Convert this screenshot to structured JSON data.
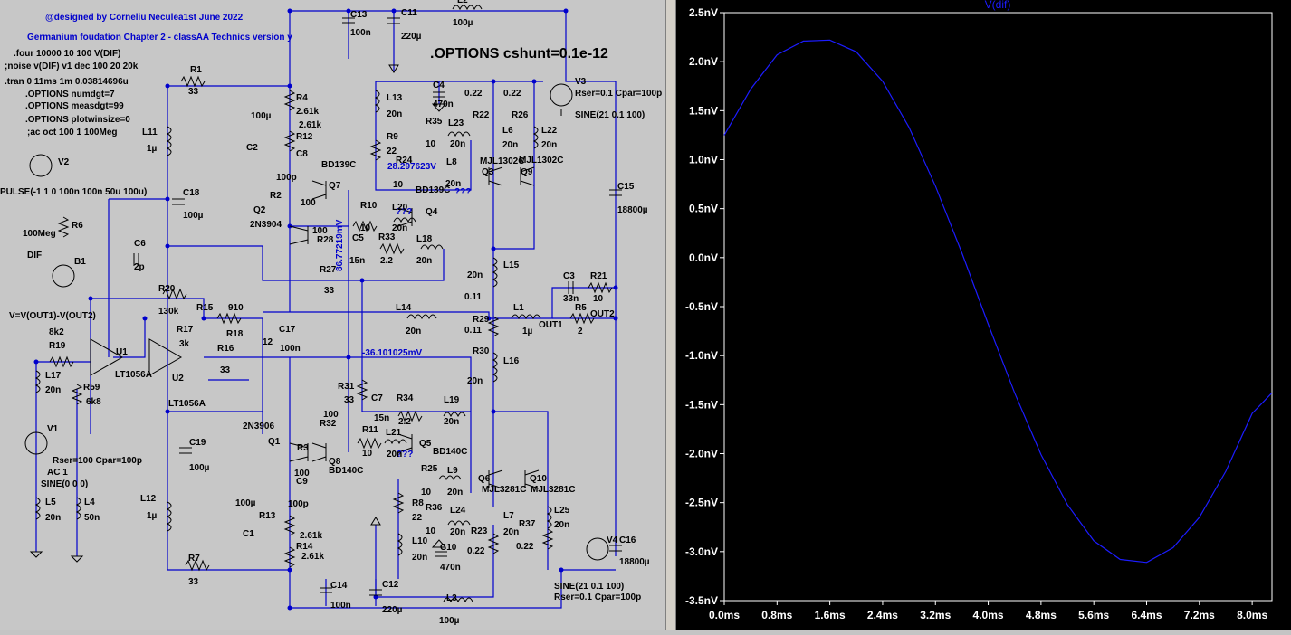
{
  "schematic": {
    "header": {
      "designer": "@designed by Corneliu Neculea1st June 2022",
      "subtitle": "Germanium foudation Chapter 2 - classAA Technics version y"
    },
    "directives": {
      "four": ".four 10000 10 100 V(DIF)",
      "noise": ";noise v(DIF) v1 dec 100 20 20k",
      "tran": ".tran 0 11ms 1m 0.03814696u",
      "numdgt": ".OPTIONS numdgt=7",
      "measdgt": ".OPTIONS measdgt=99",
      "plotwinsize": ".OPTIONS plotwinsize=0",
      "ac": ";ac oct 100 1 100Meg",
      "cshunt": ".OPTIONS cshunt=0.1e-12"
    },
    "sources": {
      "v2_name": "V2",
      "v2_spec": "PULSE(-1 1 0 100n 100n 50u 100u)",
      "v1_name": "V1",
      "v1_rser": "Rser=100 Cpar=100p",
      "v1_ac": "AC 1",
      "v1_sine": "SINE(0 0 0)",
      "v3_name": "V3",
      "v3_rser": "Rser=0.1 Cpar=100p",
      "v3_sine": "SINE(21 0.1 100)",
      "v4_name": "V4",
      "v4_sine": "SINE(21 0.1 100)",
      "v4_rser": "Rser=0.1 Cpar=100p",
      "b1_name": "B1",
      "b1_expr": "V=V(OUT1)-V(OUT2)",
      "dif_label": "DIF"
    },
    "net_labels": {
      "out1": "OUT1",
      "out2": "OUT2"
    },
    "probes": {
      "p1": "28.297623V",
      "p2": "-36.101025mV",
      "p3": "86.77219mV",
      "q1": "???",
      "q2": "???",
      "q3": "???"
    },
    "parts": [
      {
        "ref": "C13",
        "val": "100n"
      },
      {
        "ref": "C11",
        "val": "220µ"
      },
      {
        "ref": "L2",
        "val": "100µ"
      },
      {
        "ref": "R1",
        "val": "33"
      },
      {
        "ref": "R4",
        "val": "2.61k"
      },
      {
        "ref": "R12",
        "val": "2.61k"
      },
      {
        "ref": "C2",
        "val": "100µ"
      },
      {
        "ref": "C8",
        "val": "100p"
      },
      {
        "ref": "R2",
        "val": "100"
      },
      {
        "ref": "Q2",
        "val": "2N3904"
      },
      {
        "ref": "Q7",
        "val": "BD139C"
      },
      {
        "ref": "L11",
        "val": "1µ"
      },
      {
        "ref": "C18",
        "val": "100µ"
      },
      {
        "ref": "R6",
        "val": "100Meg"
      },
      {
        "ref": "C6",
        "val": "2p"
      },
      {
        "ref": "R20",
        "val": "130k"
      },
      {
        "ref": "R15",
        "val": "910"
      },
      {
        "ref": "R17",
        "val": "3k"
      },
      {
        "ref": "R18",
        "val": "12"
      },
      {
        "ref": "R16",
        "val": "33"
      },
      {
        "ref": "C17",
        "val": "100n"
      },
      {
        "ref": "R19",
        "val": "8k2"
      },
      {
        "ref": "L17",
        "val": "20n"
      },
      {
        "ref": "R59",
        "val": "6k8"
      },
      {
        "ref": "U1",
        "val": "LT1056A"
      },
      {
        "ref": "U2",
        "val": "LT1056A"
      },
      {
        "ref": "L5",
        "val": "20n"
      },
      {
        "ref": "L4",
        "val": "50n"
      },
      {
        "ref": "L12",
        "val": "1µ"
      },
      {
        "ref": "C19",
        "val": "100µ"
      },
      {
        "ref": "R7",
        "val": "33"
      },
      {
        "ref": "L13",
        "val": "20n"
      },
      {
        "ref": "C4",
        "val": "470n"
      },
      {
        "ref": "R35",
        "val": "10"
      },
      {
        "ref": "L23",
        "val": "20n"
      },
      {
        "ref": "R9",
        "val": "22"
      },
      {
        "ref": "R24",
        "val": "10"
      },
      {
        "ref": "L8",
        "val": "20n"
      },
      {
        "ref": "R22",
        "val": "0.22"
      },
      {
        "ref": "R26",
        "val": "0.22"
      },
      {
        "ref": "L6",
        "val": "20n"
      },
      {
        "ref": "L22",
        "val": "20n"
      },
      {
        "ref": "Q3",
        "val": "MJL1302C"
      },
      {
        "ref": "Q9",
        "val": "MJL1302C"
      },
      {
        "ref": "Q4",
        "val": "BD139C"
      },
      {
        "ref": "R10",
        "val": "10"
      },
      {
        "ref": "L20",
        "val": "20n"
      },
      {
        "ref": "C5",
        "val": "15n"
      },
      {
        "ref": "R33",
        "val": "2.2"
      },
      {
        "ref": "L18",
        "val": "20n"
      },
      {
        "ref": "R28",
        "val": "100"
      },
      {
        "ref": "R27",
        "val": "33"
      },
      {
        "ref": "L15",
        "val": "20n"
      },
      {
        "ref": "R29",
        "val": "0.11"
      },
      {
        "ref": "R30",
        "val": "0.11"
      },
      {
        "ref": "L14",
        "val": "20n"
      },
      {
        "ref": "L1",
        "val": "1µ"
      },
      {
        "ref": "C3",
        "val": "33n"
      },
      {
        "ref": "R21",
        "val": "10"
      },
      {
        "ref": "R5",
        "val": "2"
      },
      {
        "ref": "C15",
        "val": "18800µ"
      },
      {
        "ref": "L16",
        "val": "20n"
      },
      {
        "ref": "R31",
        "val": "33"
      },
      {
        "ref": "C7",
        "val": "15n"
      },
      {
        "ref": "R34",
        "val": "2.2"
      },
      {
        "ref": "L19",
        "val": "20n"
      },
      {
        "ref": "R32",
        "val": "100"
      },
      {
        "ref": "Q1",
        "val": "2N3906"
      },
      {
        "ref": "R11",
        "val": "10"
      },
      {
        "ref": "L21",
        "val": "20n"
      },
      {
        "ref": "Q5",
        "val": "BD140C"
      },
      {
        "ref": "Q8",
        "val": "BD140C"
      },
      {
        "ref": "R3",
        "val": "100"
      },
      {
        "ref": "C9",
        "val": "100p"
      },
      {
        "ref": "R25",
        "val": "10"
      },
      {
        "ref": "L9",
        "val": "20n"
      },
      {
        "ref": "Q6",
        "val": "MJL3281C"
      },
      {
        "ref": "Q10",
        "val": "MJL3281C"
      },
      {
        "ref": "R8",
        "val": "22"
      },
      {
        "ref": "R36",
        "val": "10"
      },
      {
        "ref": "L24",
        "val": "20n"
      },
      {
        "ref": "R23",
        "val": "0.22"
      },
      {
        "ref": "L7",
        "val": "20n"
      },
      {
        "ref": "R37",
        "val": "0.22"
      },
      {
        "ref": "L25",
        "val": "20n"
      },
      {
        "ref": "L10",
        "val": "20n"
      },
      {
        "ref": "C10",
        "val": "470n"
      },
      {
        "ref": "C1",
        "val": "100µ"
      },
      {
        "ref": "R13",
        "val": "2.61k"
      },
      {
        "ref": "R14",
        "val": "2.61k"
      },
      {
        "ref": "C14",
        "val": "100n"
      },
      {
        "ref": "C12",
        "val": "220µ"
      },
      {
        "ref": "L3",
        "val": "100µ"
      },
      {
        "ref": "C16",
        "val": "18800µ"
      }
    ]
  },
  "chart_data": {
    "type": "line",
    "title": "V(dif)",
    "xlabel": "",
    "ylabel": "",
    "xlim_ms": [
      0,
      8.3
    ],
    "ylim_nV": [
      -3.5,
      2.5
    ],
    "x_ticks": [
      "0.0ms",
      "0.8ms",
      "1.6ms",
      "2.4ms",
      "3.2ms",
      "4.0ms",
      "4.8ms",
      "5.6ms",
      "6.4ms",
      "7.2ms",
      "8.0ms"
    ],
    "y_ticks": [
      "2.5nV",
      "2.0nV",
      "1.5nV",
      "1.0nV",
      "0.5nV",
      "0.0nV",
      "-0.5nV",
      "-1.0nV",
      "-1.5nV",
      "-2.0nV",
      "-2.5nV",
      "-3.0nV",
      "-3.5nV"
    ],
    "grid": false,
    "colors": {
      "trace": "#1c1cff",
      "axis": "#ffffff",
      "background": "#000000"
    },
    "series": [
      {
        "x": [
          0.0,
          0.4,
          0.8,
          1.2,
          1.6,
          2.0,
          2.4,
          2.8,
          3.2,
          3.6,
          4.0,
          4.4,
          4.8,
          5.2,
          5.6,
          6.0,
          6.4,
          6.8,
          7.2,
          7.6,
          8.0,
          8.3
        ],
        "y": [
          1.25,
          1.72,
          2.07,
          2.21,
          2.22,
          2.1,
          1.8,
          1.33,
          0.73,
          0.05,
          -0.68,
          -1.38,
          -2.01,
          -2.52,
          -2.89,
          -3.08,
          -3.11,
          -2.96,
          -2.65,
          -2.18,
          -1.59,
          -1.38
        ]
      }
    ]
  }
}
